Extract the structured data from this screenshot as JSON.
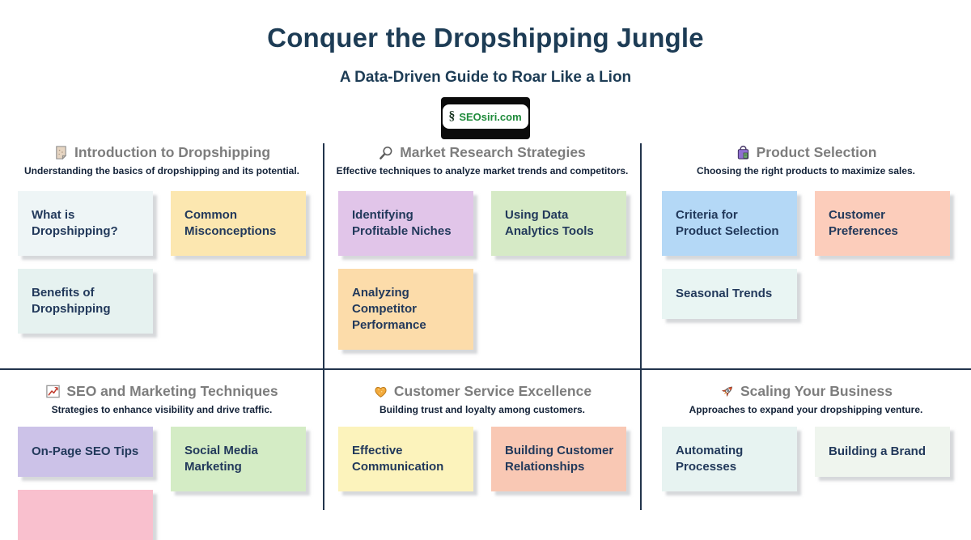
{
  "page": {
    "title": "Conquer the Dropshipping Jungle",
    "subtitle": "A Data-Driven Guide to Roar Like a Lion",
    "logo": {
      "symbol": "§",
      "text": "SEOsiri.com"
    }
  },
  "colors": {
    "title_text": "#1d3c55",
    "section_title_text": "#7d7d7d",
    "description_text": "#132238",
    "card_text": "#22395b",
    "divider": "#22344c",
    "logo_background": "#0b0b0b",
    "logo_text_green": "#1f8b3b"
  },
  "sections": [
    {
      "icon": "memo-icon",
      "title": "Introduction to Dropshipping",
      "description": "Understanding the basics of dropshipping and its potential.",
      "cards": [
        {
          "label": "What is Dropshipping?",
          "bg": "#eef5f6"
        },
        {
          "label": "Common Misconceptions",
          "bg": "#fce7b0"
        },
        {
          "label": "Benefits of Dropshipping",
          "bg": "#e6f2f0"
        }
      ]
    },
    {
      "icon": "search-icon",
      "title": "Market Research Strategies",
      "description": "Effective techniques to analyze market trends and competitors.",
      "cards": [
        {
          "label": "Identifying Profitable Niches",
          "bg": "#e1c5e9"
        },
        {
          "label": "Using Data Analytics Tools",
          "bg": "#d6eac6"
        },
        {
          "label": "Analyzing Competitor Performance",
          "bg": "#fcdcaa"
        }
      ]
    },
    {
      "icon": "shopping-bag-icon",
      "title": "Product Selection",
      "description": "Choosing the right products to maximize sales.",
      "cards": [
        {
          "label": "Criteria for Product Selection",
          "bg": "#b4d8f6"
        },
        {
          "label": "Customer Preferences",
          "bg": "#fccdbb"
        },
        {
          "label": "Seasonal Trends",
          "bg": "#e9f5f3"
        }
      ]
    },
    {
      "icon": "chart-increasing-icon",
      "title": "SEO and Marketing Techniques",
      "description": "Strategies to enhance visibility and drive traffic.",
      "cards": [
        {
          "label": "On-Page SEO Tips",
          "bg": "#ccc2e8"
        },
        {
          "label": "Social Media Marketing",
          "bg": "#d4ecc5"
        },
        {
          "label": "",
          "bg": "#f9c0ce"
        }
      ]
    },
    {
      "icon": "heart-icon",
      "title": "Customer Service Excellence",
      "description": "Building trust and loyalty among customers.",
      "cards": [
        {
          "label": "Effective Communication",
          "bg": "#fcf3bc"
        },
        {
          "label": "Building Customer Relationships",
          "bg": "#f9c8b4"
        }
      ]
    },
    {
      "icon": "rocket-icon",
      "title": "Scaling Your Business",
      "description": "Approaches to expand your dropshipping venture.",
      "cards": [
        {
          "label": "Automating Processes",
          "bg": "#e7f3f1"
        },
        {
          "label": "Building a Brand",
          "bg": "#eff5ee"
        }
      ]
    }
  ]
}
